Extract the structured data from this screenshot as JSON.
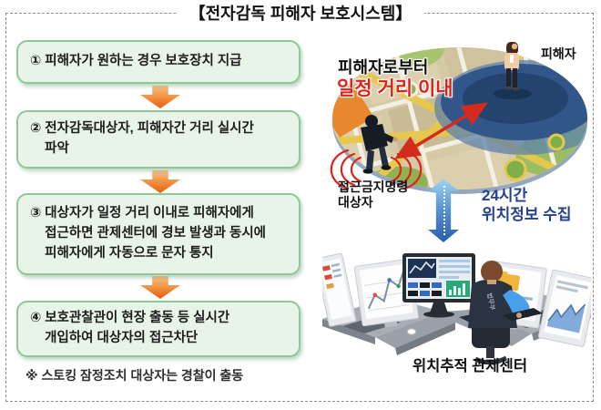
{
  "title": "【전자감독 피해자 보호시스템】",
  "flow": {
    "steps": [
      "① 피해자가 원하는 경우 보호장치 지급",
      "② 전자감독대상자, 피해자간 거리 실시간\n    파악",
      "③ 대상자가 일정 거리 이내로 피해자에게\n    접근하면 관제센터에 경보 발생과 동시에\n    피해자에게 자동으로 문자 통지",
      "④ 보호관찰관이 현장 출동 등 실시간\n    개입하여 대상자의 접근차단"
    ],
    "footnote": "※ 스토킹 잠정조치 대상자는 경찰이 출동"
  },
  "map": {
    "victim_label": "피해자",
    "distance_line1": "피해자로부터",
    "distance_line2": "일정 거리 이내",
    "offender_label": "접근금지명령\n대상자"
  },
  "link": {
    "label": "24시간\n위치정보 수집"
  },
  "center": {
    "caption": "위치추적 관제센터",
    "officer_back_label": "법무부"
  },
  "colors": {
    "box_fill": "#e9f4e9",
    "box_border": "#8fc79a",
    "arrow_orange": "#e85c10",
    "accent_red": "#d52b1e",
    "accent_blue": "#24418f",
    "zone_navy": "#2f5184"
  }
}
